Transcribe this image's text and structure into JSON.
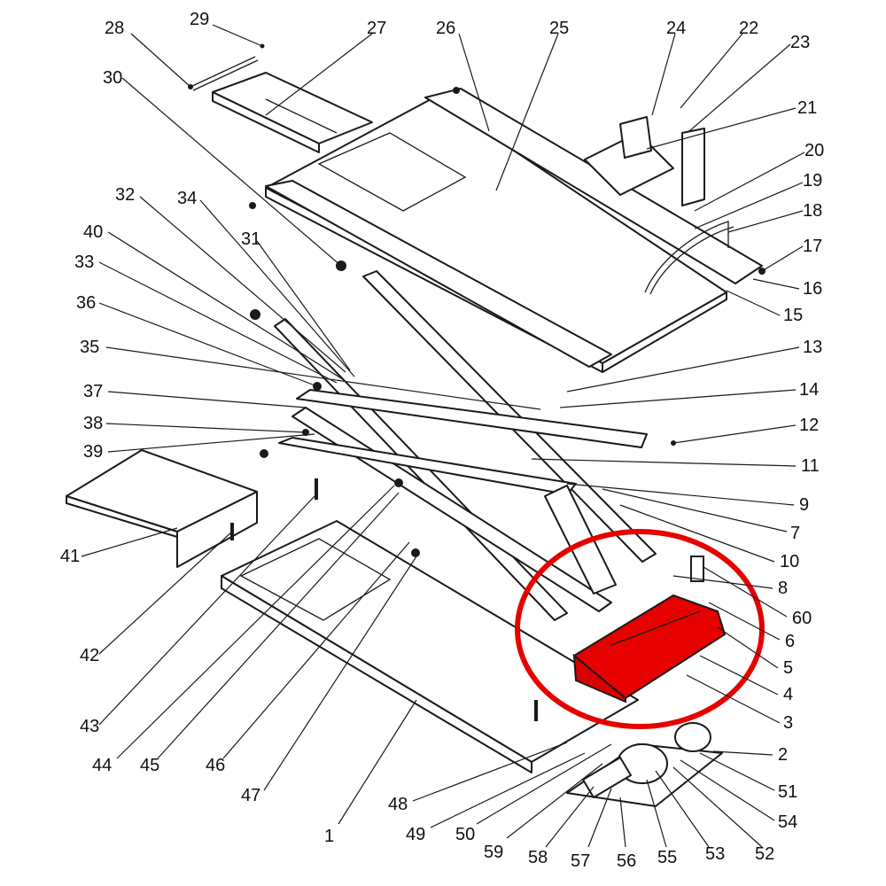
{
  "diagram": {
    "type": "exploded-parts-view",
    "highlight_color": "#e60000",
    "highlight_part": "3",
    "callouts": [
      "1",
      "2",
      "3",
      "4",
      "5",
      "6",
      "7",
      "8",
      "9",
      "10",
      "11",
      "12",
      "13",
      "14",
      "15",
      "16",
      "17",
      "18",
      "19",
      "20",
      "21",
      "22",
      "23",
      "24",
      "25",
      "26",
      "27",
      "28",
      "29",
      "30",
      "31",
      "32",
      "33",
      "34",
      "35",
      "36",
      "37",
      "38",
      "39",
      "40",
      "41",
      "42",
      "43",
      "44",
      "45",
      "46",
      "47",
      "48",
      "49",
      "50",
      "51",
      "52",
      "53",
      "54",
      "55",
      "56",
      "57",
      "58",
      "59",
      "60"
    ]
  }
}
